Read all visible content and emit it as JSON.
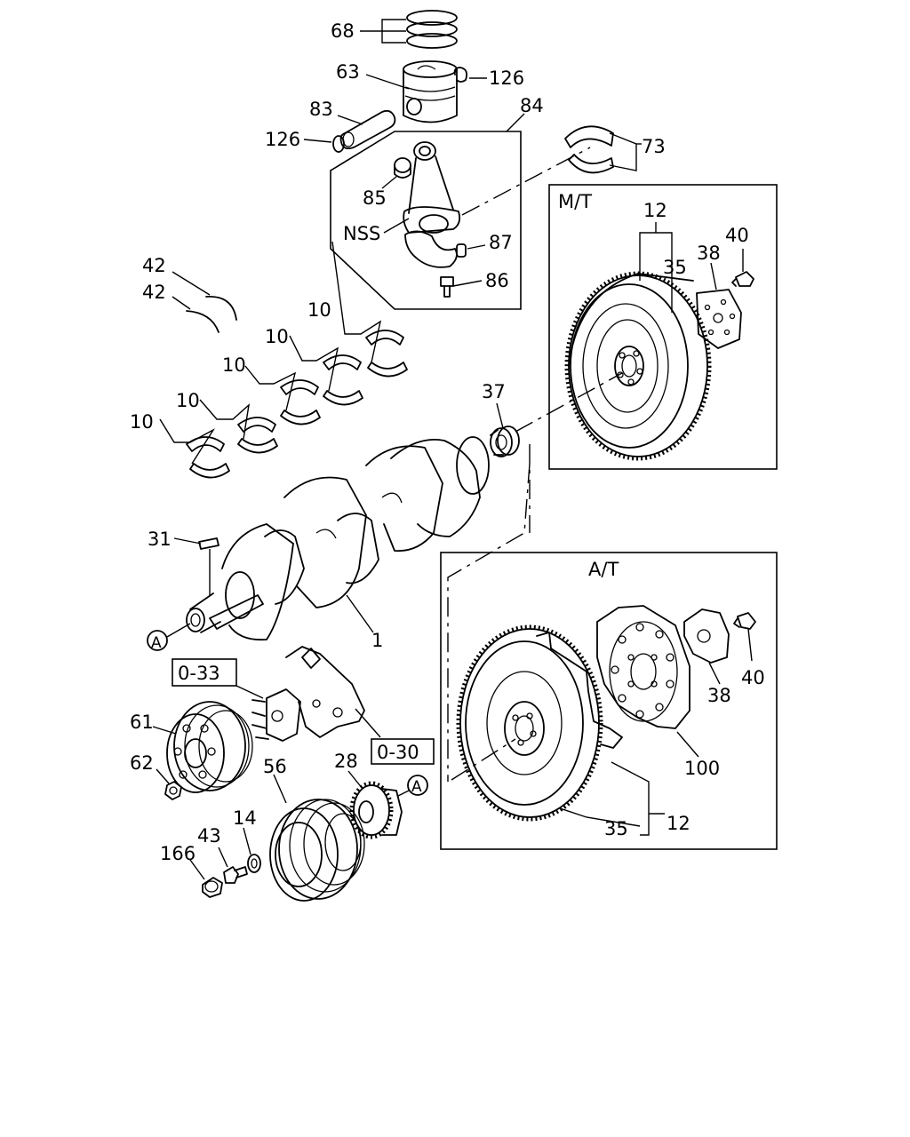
{
  "labels": {
    "l68": "68",
    "l63": "63",
    "l126a": "126",
    "l83": "83",
    "l84": "84",
    "l126b": "126",
    "l73": "73",
    "l85": "85",
    "lnss": "NSS",
    "l87": "87",
    "l86": "86",
    "l42a": "42",
    "l42b": "42",
    "l10a": "10",
    "l10b": "10",
    "l10c": "10",
    "l10d": "10",
    "l10e": "10",
    "l37": "37",
    "l31": "31",
    "l1": "1",
    "lA1": "A",
    "l033": "0-33",
    "l030": "0-30",
    "l61": "61",
    "l62": "62",
    "l56": "56",
    "l28": "28",
    "lA2": "A",
    "l14": "14",
    "l43": "43",
    "l166": "166",
    "mt": "M/T",
    "mt12": "12",
    "mt35": "35",
    "mt38": "38",
    "mt40": "40",
    "at": "A/T",
    "at38": "38",
    "at40": "40",
    "at100": "100",
    "at35": "35",
    "at12": "12"
  }
}
